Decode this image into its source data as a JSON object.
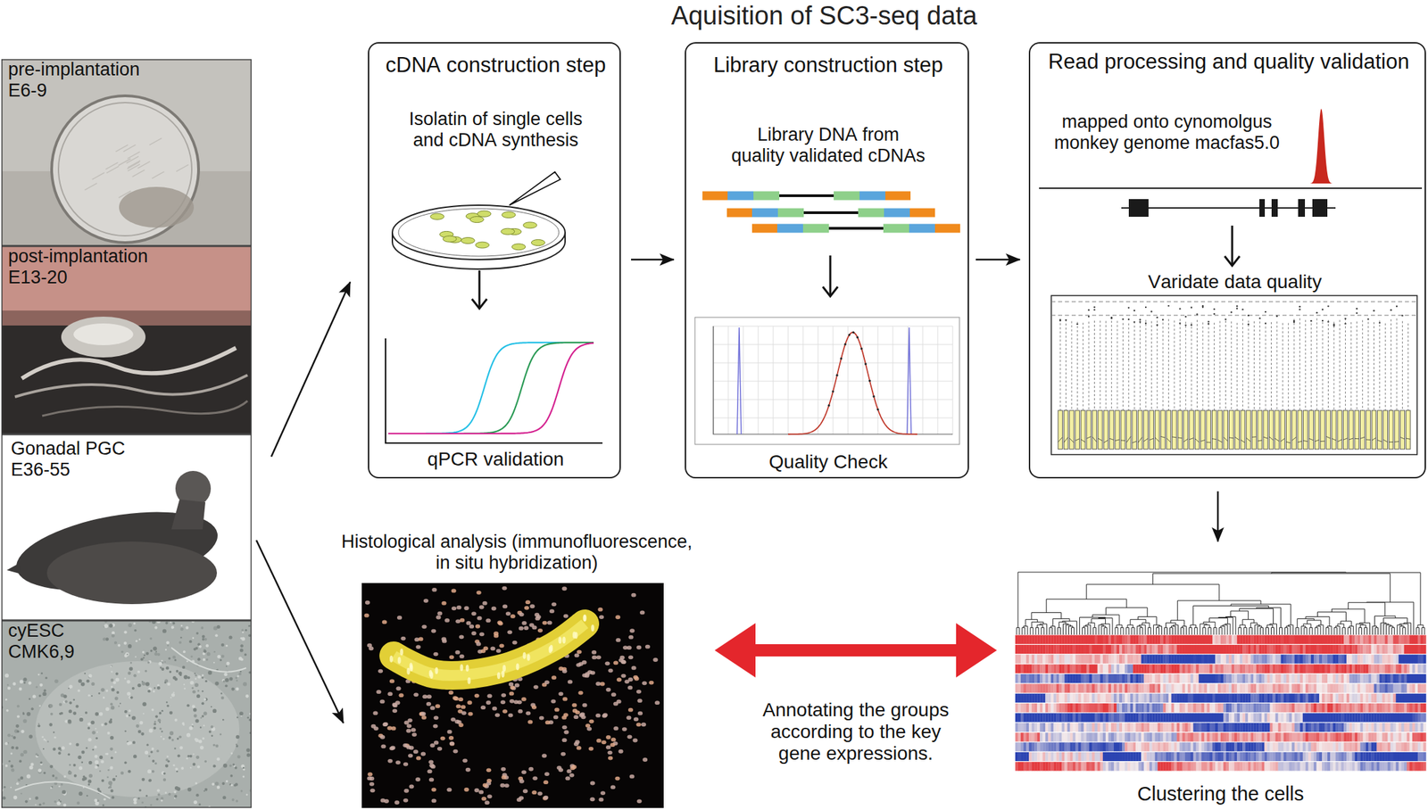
{
  "diagram": {
    "title": "Aquisition of SC3-seq data",
    "nodes": [
      {
        "text": [
          "pre-implantation E6-9"
        ]
      },
      {
        "text": [
          "post-implantation E13-20"
        ]
      },
      {
        "text": [
          "Gonadal PGC E36-55"
        ]
      },
      {
        "text": [
          "cyESC CMK6,9"
        ]
      },
      {
        "text": [
          "cDNA construction step",
          "Isolatin of single cells and cDNA synthesis",
          "qPCR validation"
        ]
      },
      {
        "text": [
          "Library construction step",
          "Library DNA from quality validated cDNAs",
          "Quality Check"
        ]
      },
      {
        "text": [
          "Read processing and quality validation",
          "mapped onto cynomolgus monkey genome macfas5.0",
          "Varidate data quality"
        ]
      },
      {
        "text": [
          "Clustering the cells"
        ]
      },
      {
        "text": [
          "Histological analysis (immunofluorescence, in situ hybridization)"
        ]
      }
    ],
    "edges": [
      {
        "from": 2,
        "to": 4,
        "arrow": "to"
      },
      {
        "from": 2,
        "to": 8,
        "arrow": "to"
      },
      {
        "from": 4,
        "to": 5,
        "arrow": "to"
      },
      {
        "from": 5,
        "to": 6,
        "arrow": "to"
      },
      {
        "from": 6,
        "to": 7,
        "arrow": "to"
      },
      {
        "from": 8,
        "to": 7,
        "arrow": "both",
        "label": "Annotating the groups according to the key gene expressions."
      }
    ]
  }
}
